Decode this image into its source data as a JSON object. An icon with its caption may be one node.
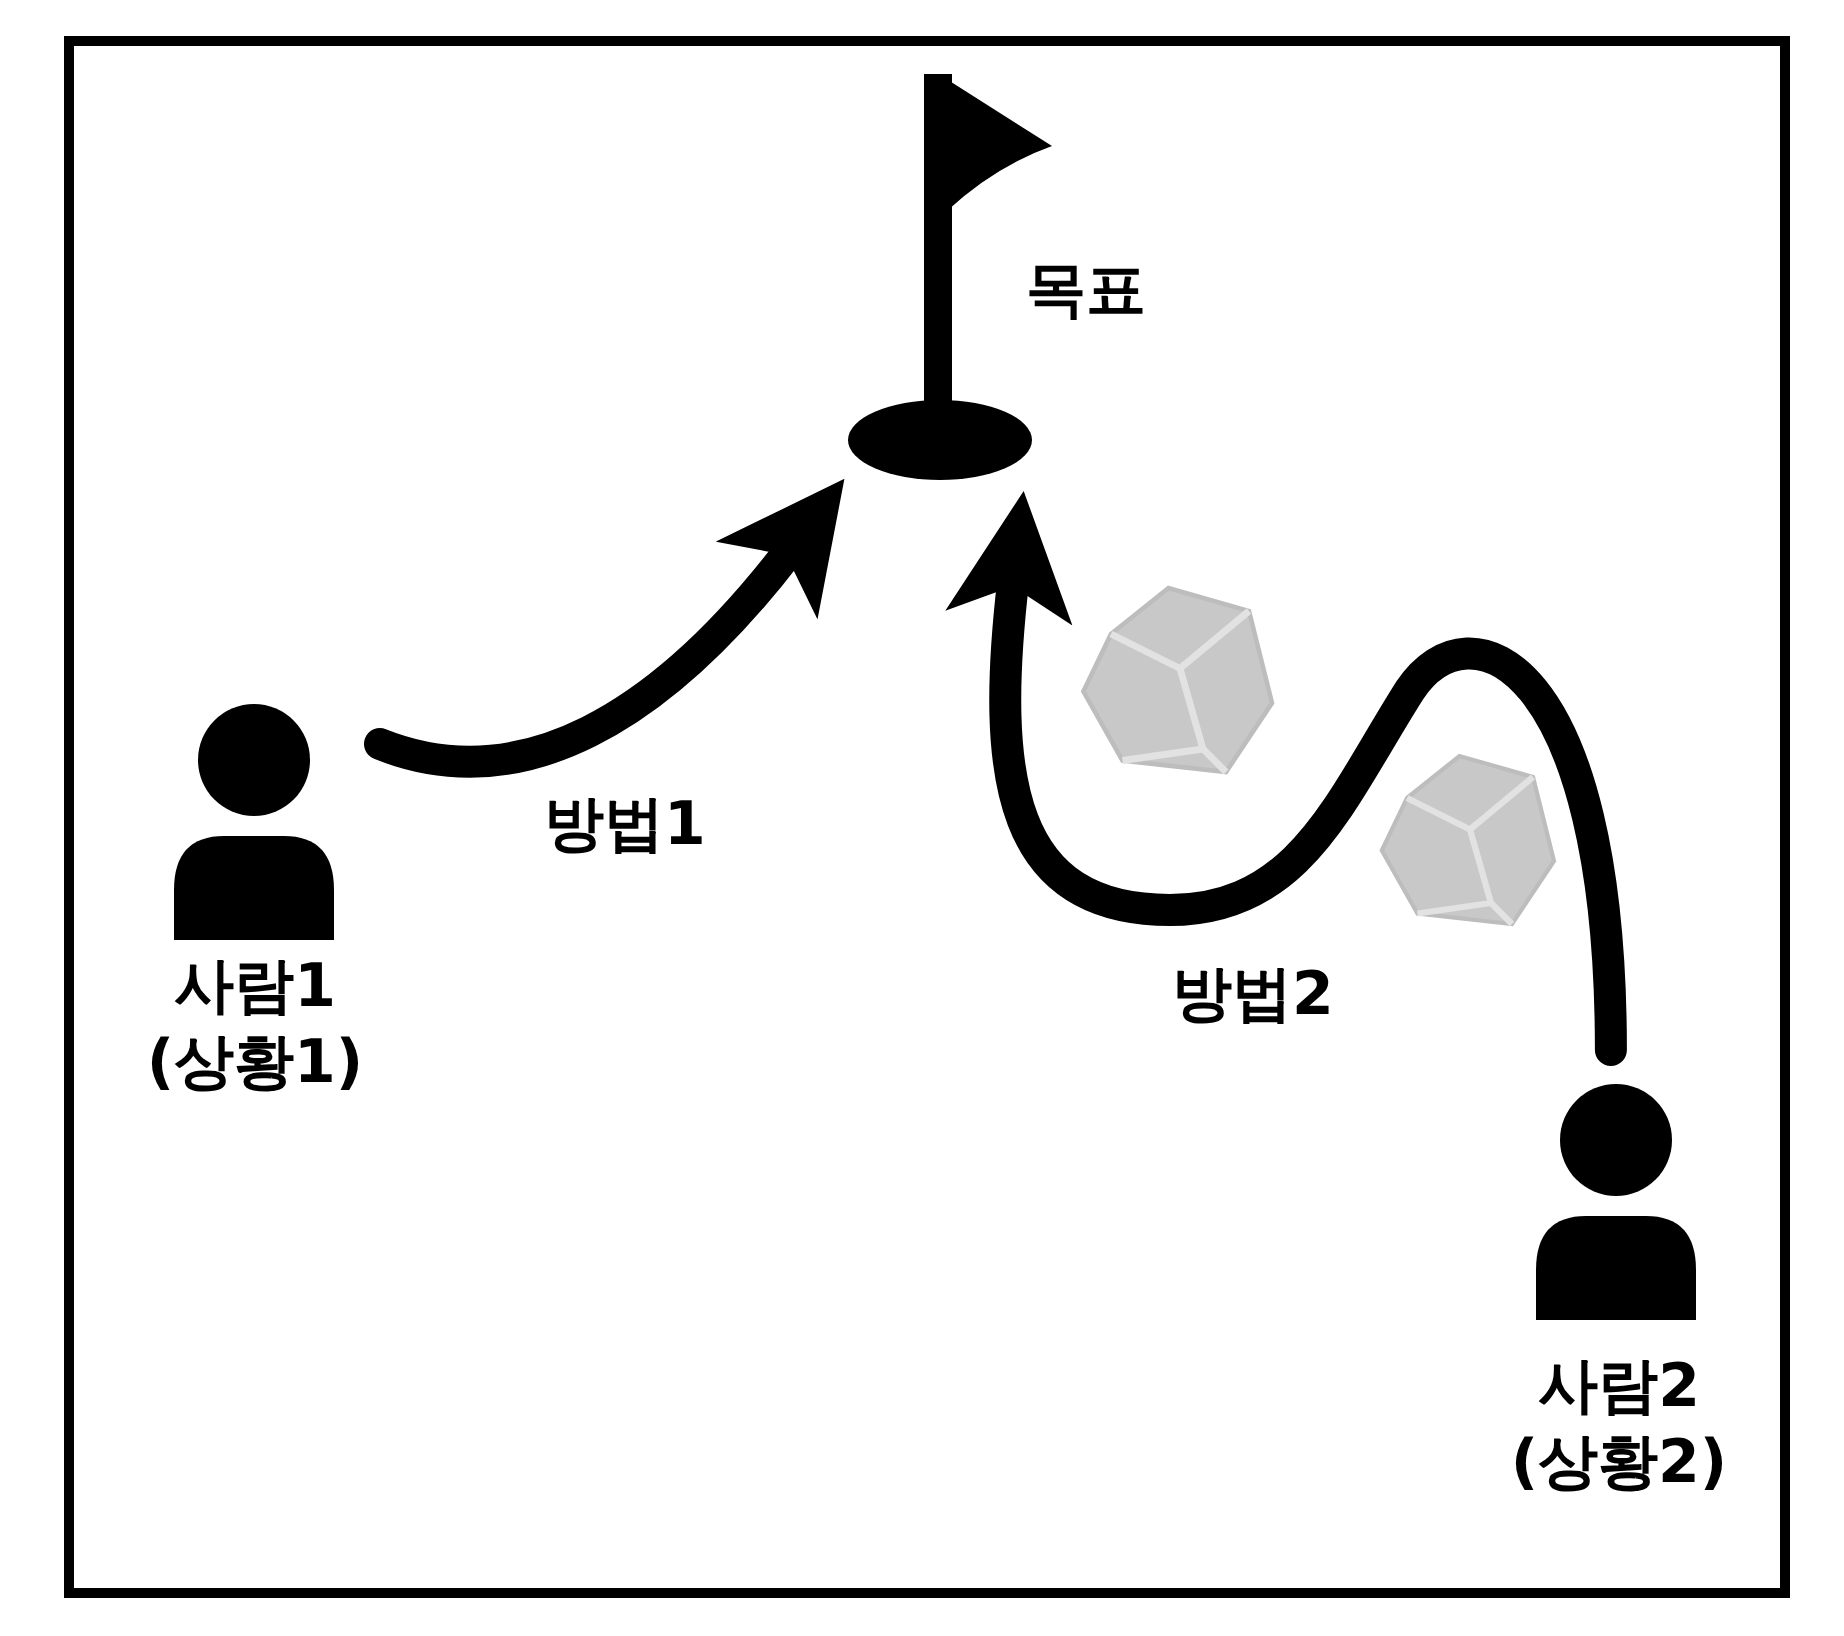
{
  "diagram": {
    "nodes": [
      {
        "text": [
          "사람1 (상황1)"
        ]
      },
      {
        "text": [
          "목표"
        ]
      },
      {
        "text": [
          "사람2 (상황2)"
        ]
      }
    ],
    "edges": [
      {
        "from": 0,
        "to": 1,
        "arrow": "to",
        "label": "방법1"
      },
      {
        "from": 2,
        "to": 1,
        "arrow": "to",
        "label": "방법2"
      }
    ]
  }
}
